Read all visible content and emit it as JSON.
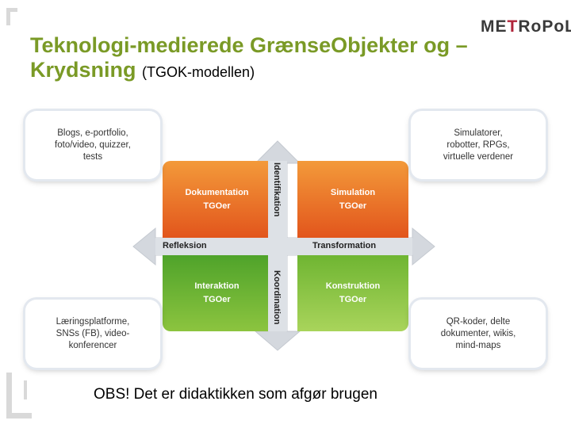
{
  "title": {
    "main": "Teknologi-medierede GrænseObjekter og –Krydsning",
    "sub": "(TGOK-modellen)"
  },
  "logo": {
    "part1": "ME",
    "accent": "T",
    "part2": "RoPoL"
  },
  "boxes": {
    "top_left": "Blogs, e-portfolio,\nfoto/video, quizzer,\ntests",
    "top_right": "Simulatorer,\nrobotter, RPGs,\nvirtuelle verdener",
    "bottom_left": "Læringsplatforme,\nSNSs (FB), video-\nkonferencer",
    "bottom_right": "QR-koder, delte\ndokumenter, wikis,\nmind-maps"
  },
  "quadrants": {
    "dokumentation": {
      "title": "Dokumentation",
      "sub": "TGOer"
    },
    "simulation": {
      "title": "Simulation",
      "sub": "TGOer"
    },
    "interaktion": {
      "title": "Interaktion",
      "sub": "TGOer"
    },
    "konstruktion": {
      "title": "Konstruktion",
      "sub": "TGOer"
    }
  },
  "axes": {
    "left": "Refleksion",
    "right": "Transformation",
    "top": "Identifikation",
    "bottom": "Koordination"
  },
  "footer": "OBS! Det er didaktikken som afgør brugen",
  "colors": {
    "title": "#7a9a26",
    "orange": "#e2551c",
    "green": "#6fb532",
    "arrow": "#d4d8de"
  }
}
